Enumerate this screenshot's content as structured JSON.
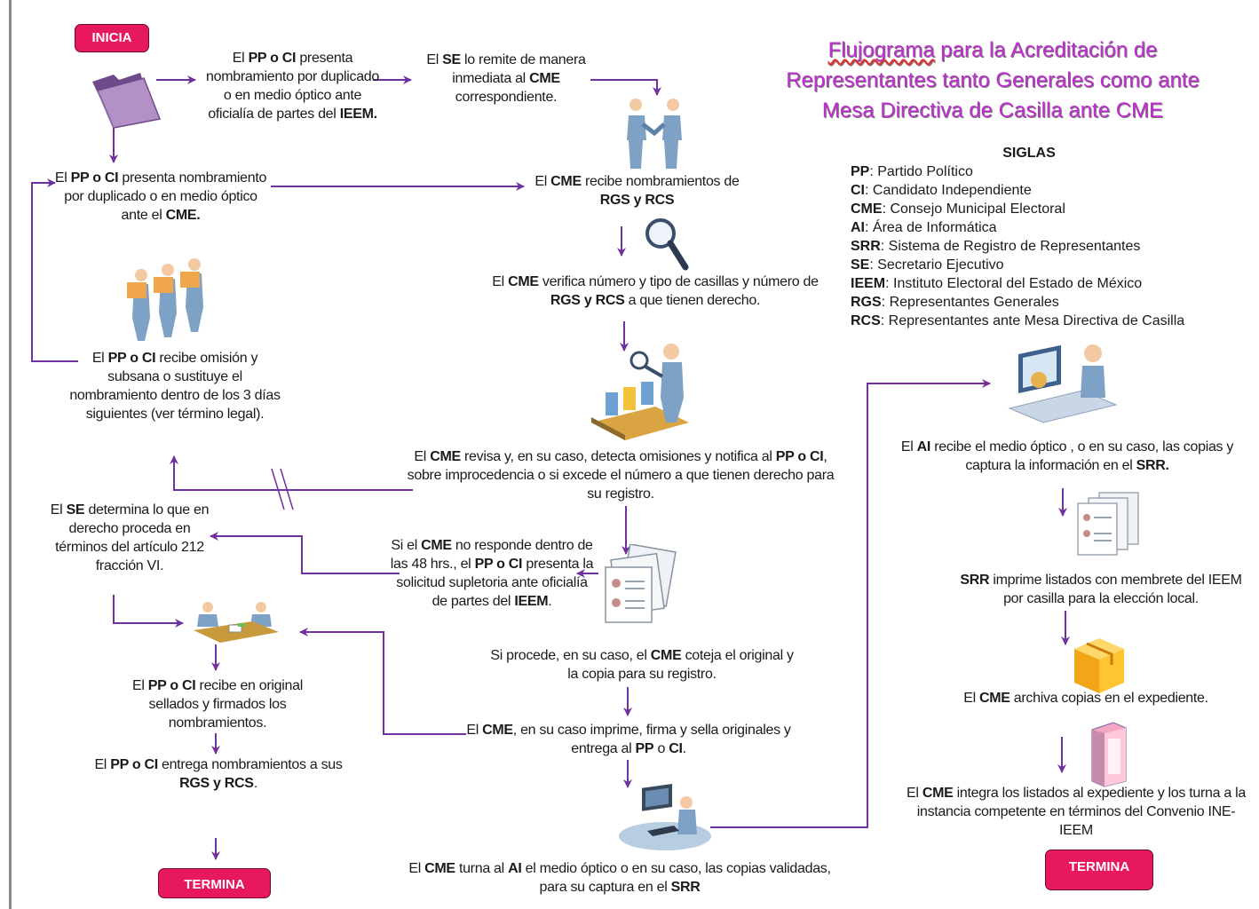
{
  "title": {
    "part1": "Flujograma",
    "part2": " para la Acreditación de Representantes tanto Generales como ante Mesa Directiva de Casilla ante CME"
  },
  "start_label": "INICIA",
  "end_label_left": "TERMINA",
  "end_label_right": "TERMINA",
  "siglas": {
    "heading": "SIGLAS",
    "items": [
      {
        "abbr": "PP",
        "desc": ": Partido Político"
      },
      {
        "abbr": "CI",
        "desc": ": Candidato Independiente"
      },
      {
        "abbr": "CME",
        "desc": ": Consejo Municipal Electoral"
      },
      {
        "abbr": "AI",
        "desc": ": Área de Informática"
      },
      {
        "abbr": "SRR",
        "desc": ": Sistema de Registro de Representantes"
      },
      {
        "abbr": "SE",
        "desc": ": Secretario Ejecutivo"
      },
      {
        "abbr": "IEEM",
        "desc": ": Instituto Electoral del Estado de México"
      },
      {
        "abbr": "RGS",
        "desc": ": Representantes Generales"
      },
      {
        "abbr": "RCS",
        "desc": ": Representantes ante Mesa Directiva de Casilla"
      }
    ]
  },
  "steps": {
    "pp_oficialia": {
      "a": "El ",
      "b": "PP o CI",
      "c": " presenta nombramiento por duplicado o en medio óptico ante oficialía de partes del ",
      "d": "IEEM."
    },
    "se_remite": {
      "a": "El ",
      "b": "SE",
      "c": " lo remite de manera inmediata al ",
      "d": "CME",
      "e": " correspondiente."
    },
    "pp_cme": {
      "a": "El ",
      "b": "PP o CI",
      "c": " presenta nombramiento por duplicado o en medio óptico ante el ",
      "d": "CME."
    },
    "cme_recibe": {
      "a": "El ",
      "b": "CME",
      "c": " recibe nombramientos de ",
      "d": "RGS y RCS"
    },
    "cme_verifica": {
      "a": "El ",
      "b": "CME",
      "c": " verifica número y tipo de casillas y número de ",
      "d": "RGS y RCS",
      "e": " a que tienen derecho."
    },
    "pp_omision": {
      "a": "El ",
      "b": "PP o CI",
      "c": " recibe omisión y subsana o sustituye el nombramiento dentro de los 3 días siguientes (ver término legal)."
    },
    "cme_revisa": {
      "a": "El ",
      "b": "CME",
      "c": " revisa y, en su caso, detecta omisiones y notifica al ",
      "d": "PP o CI",
      "e": ", sobre improcedencia o si excede el número a que tienen derecho para su registro."
    },
    "se_determina": {
      "a": "El ",
      "b": "SE",
      "c": " determina lo que en derecho proceda en términos del artículo 212 fracción VI."
    },
    "no_responde": {
      "a": "Si el ",
      "b": "CME",
      "c": " no responde dentro de las 48 hrs., el ",
      "d": "PP o CI",
      "e": " presenta la solicitud supletoria ante oficialía de partes del ",
      "f": "IEEM",
      "g": "."
    },
    "cme_coteja": {
      "a": "Si procede, en su caso, el ",
      "b": "CME",
      "c": " coteja  el original y la copia para su registro."
    },
    "pp_recibe_original": {
      "a": "El ",
      "b": "PP o CI",
      "c": " recibe en original sellados y firmados los nombramientos."
    },
    "cme_imprime": {
      "a": "El ",
      "b": "CME",
      "c": ", en su caso imprime, firma y sella originales y entrega al ",
      "d": "PP",
      "e": " o ",
      "f": "CI",
      "g": "."
    },
    "pp_entrega": {
      "a": "El ",
      "b": "PP o CI",
      "c": " entrega nombramientos a sus ",
      "d": "RGS y RCS",
      "e": "."
    },
    "cme_turna": {
      "a": "El ",
      "b": "CME",
      "c": " turna al ",
      "d": "AI",
      "e": " el medio óptico o en su caso, las copias validadas, para su captura en el ",
      "f": "SRR"
    },
    "ai_recibe": {
      "a": "El ",
      "b": "AI",
      "c": " recibe el medio óptico , o en su caso, las copias y captura la información en el ",
      "d": "SRR."
    },
    "srr_imprime": {
      "a": "SRR",
      "b": " imprime listados con membrete del IEEM  por casilla para la elección local."
    },
    "cme_archiva": {
      "a": "El ",
      "b": "CME",
      "c": "  archiva copias en el expediente."
    },
    "cme_integra": {
      "a": "El ",
      "b": "CME",
      "c": " integra los listados al expediente y los turna a la instancia competente en términos del Convenio INE-IEEM"
    }
  },
  "colors": {
    "arrow": "#7030a0",
    "pill": "#e8185f",
    "title": "#bf2fcf"
  }
}
